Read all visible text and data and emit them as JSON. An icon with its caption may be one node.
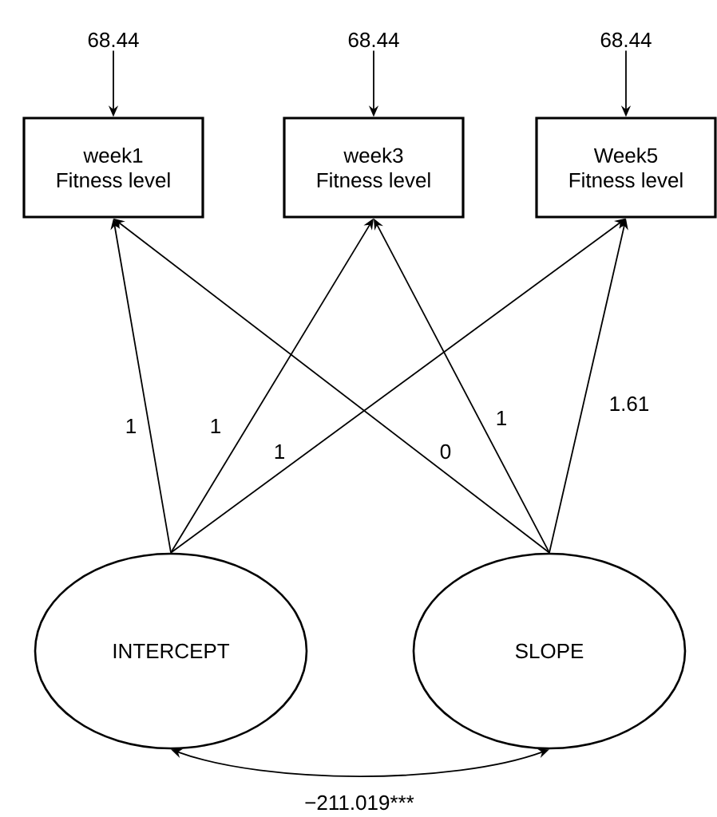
{
  "diagram": {
    "nodes": [
      {
        "text": [
          "week1",
          "Fitness level"
        ]
      },
      {
        "text": [
          "week3",
          "Fitness level"
        ]
      },
      {
        "text": [
          "Week5",
          "Fitness level"
        ]
      },
      {
        "text": [
          "INTERCEPT"
        ]
      },
      {
        "text": [
          "SLOPE"
        ]
      },
      {
        "text": [
          "68.44"
        ]
      },
      {
        "text": [
          "68.44"
        ]
      },
      {
        "text": [
          "68.44"
        ]
      }
    ],
    "edges": [
      {
        "from": 5,
        "to": 0,
        "arrow": "to"
      },
      {
        "from": 6,
        "to": 1,
        "arrow": "to"
      },
      {
        "from": 7,
        "to": 2,
        "arrow": "to"
      },
      {
        "from": 3,
        "to": 0,
        "arrow": "to",
        "label": "1"
      },
      {
        "from": 3,
        "to": 1,
        "arrow": "to",
        "label": "1"
      },
      {
        "from": 3,
        "to": 2,
        "arrow": "to",
        "label": "1"
      },
      {
        "from": 4,
        "to": 0,
        "arrow": "to",
        "label": "0"
      },
      {
        "from": 4,
        "to": 1,
        "arrow": "to",
        "label": "1"
      },
      {
        "from": 4,
        "to": 2,
        "arrow": "to",
        "label": "1.61"
      },
      {
        "from": 3,
        "to": 4,
        "arrow": "both",
        "label": "−211.019***"
      }
    ]
  }
}
